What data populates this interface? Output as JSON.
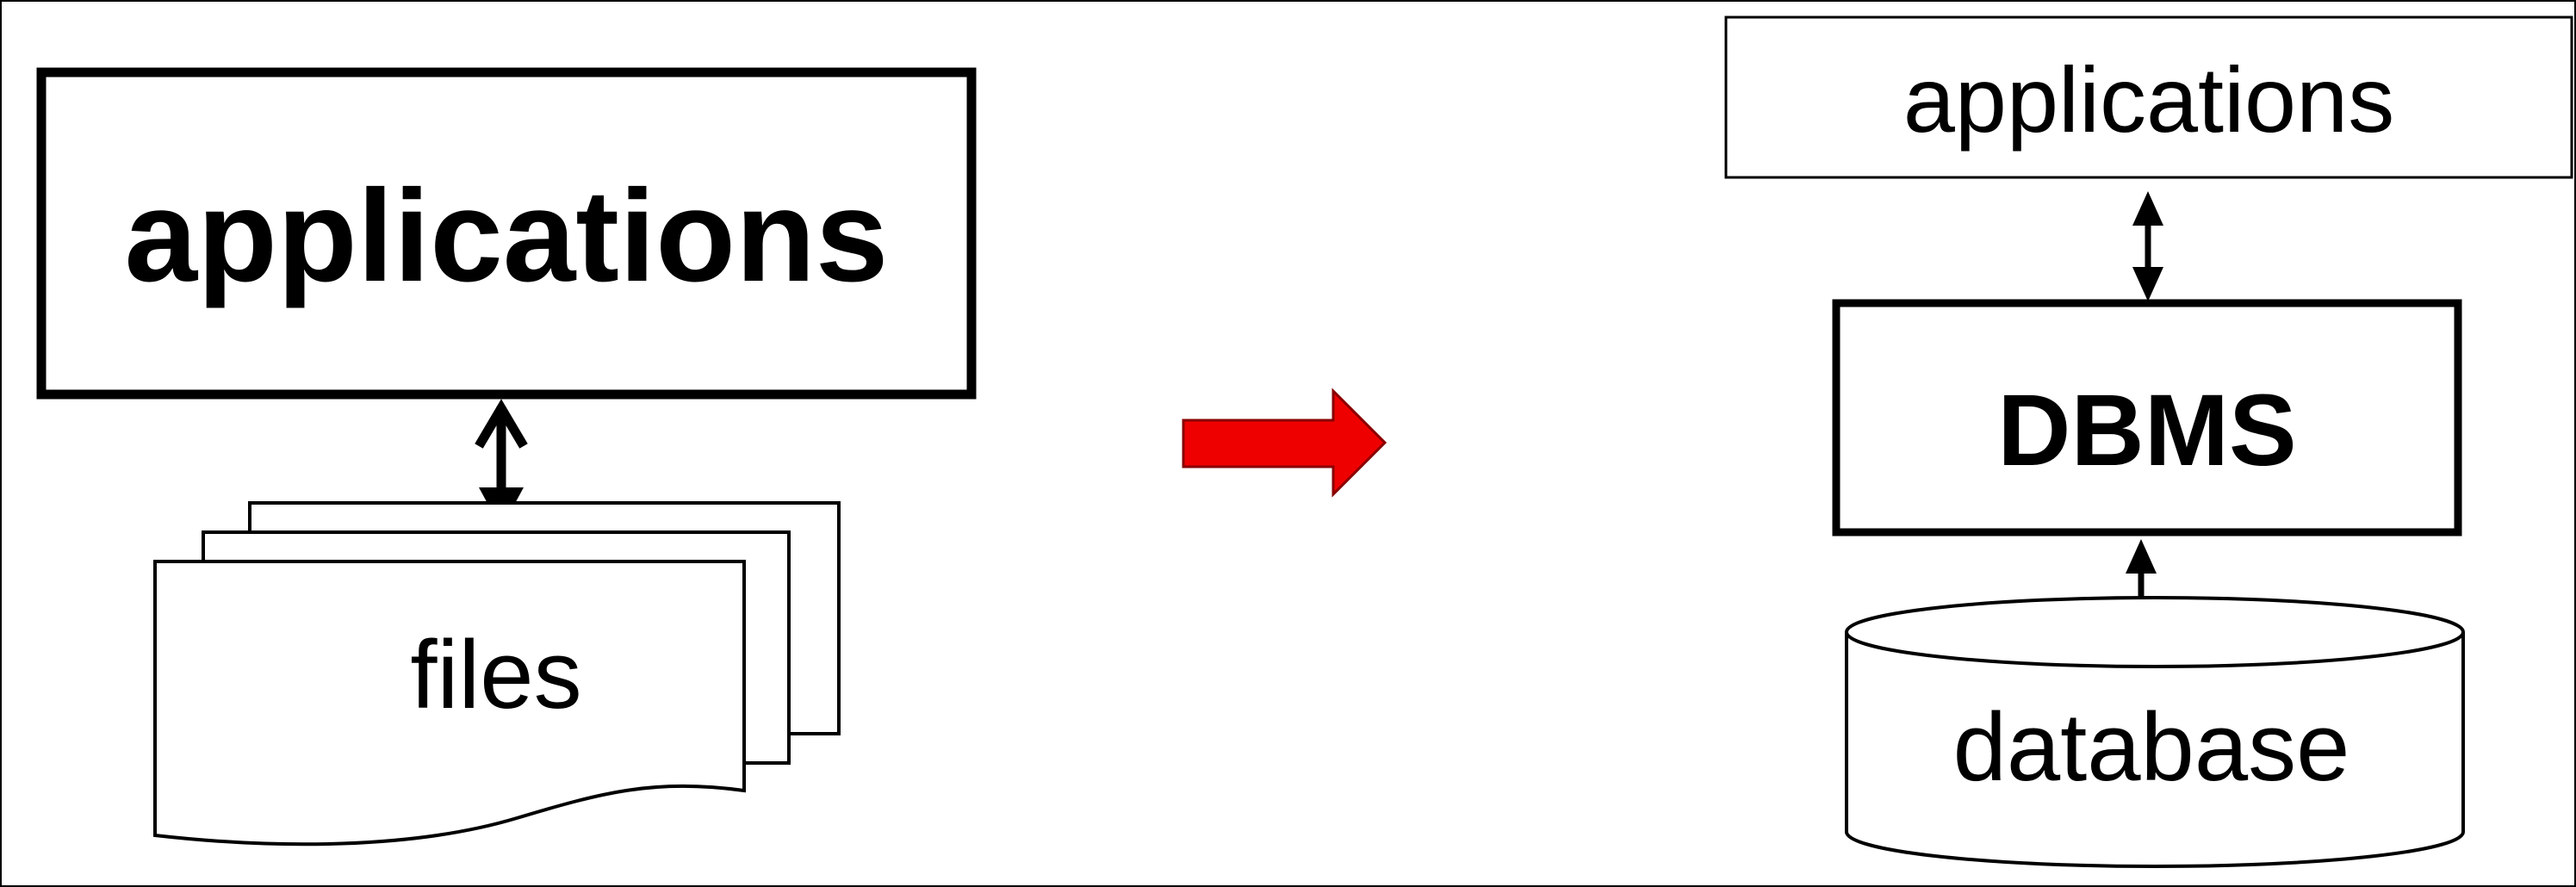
{
  "left": {
    "applications_label": "applications",
    "files_label": "files"
  },
  "right": {
    "applications_label": "applications",
    "dbms_label": "DBMS",
    "database_label": "database"
  },
  "colors": {
    "stroke": "#000000",
    "transition_arrow": "#ee0000",
    "transition_arrow_outline": "#880000"
  }
}
